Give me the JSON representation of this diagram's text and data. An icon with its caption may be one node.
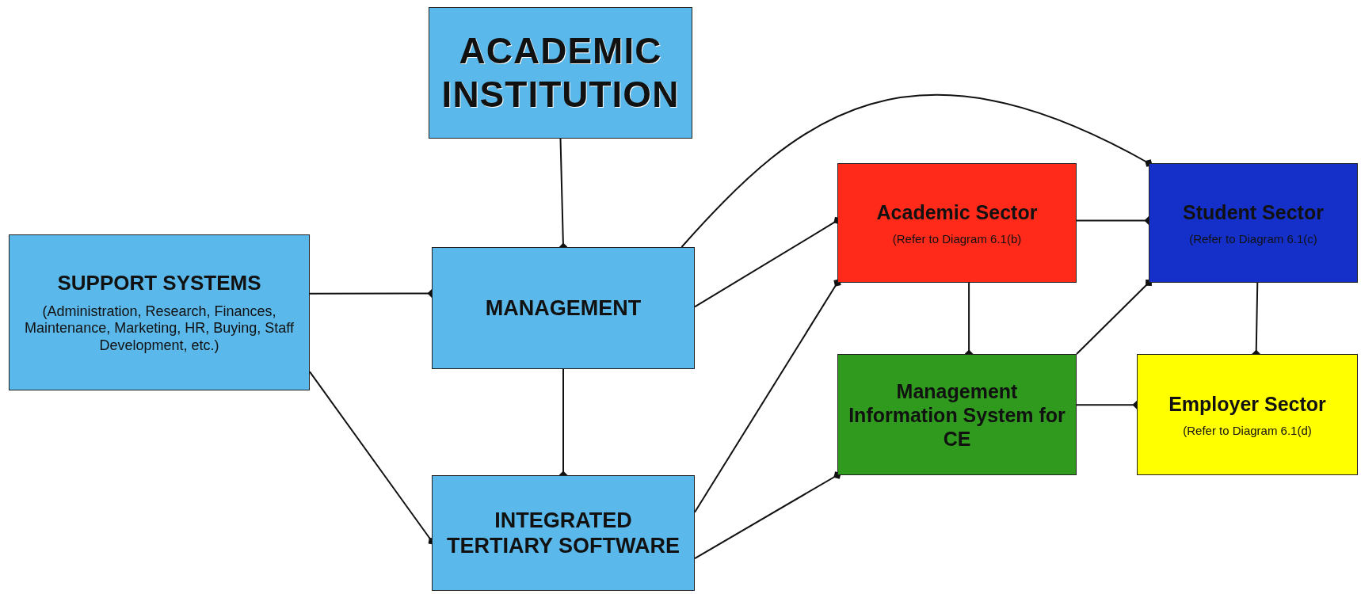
{
  "diagram": {
    "nodes": [
      {
        "text": [
          "ACADEMIC INSTITUTION"
        ]
      },
      {
        "text": [
          "SUPPORT SYSTEMS",
          "(Administration, Research, Finances, Maintenance, Marketing, HR, Buying, Staff Development, etc.)"
        ]
      },
      {
        "text": [
          "MANAGEMENT"
        ]
      },
      {
        "text": [
          "INTEGRATED TERTIARY SOFTWARE"
        ]
      },
      {
        "text": [
          "Academic Sector",
          "(Refer to Diagram 6.1(b)"
        ]
      },
      {
        "text": [
          "Student Sector",
          "(Refer to Diagram 6.1(c)"
        ]
      },
      {
        "text": [
          "Management Information System for CE"
        ]
      },
      {
        "text": [
          "Employer Sector",
          "(Refer to Diagram 6.1(d)"
        ]
      }
    ],
    "edges": [
      {
        "from": 0,
        "to": 2,
        "arrow": "other"
      },
      {
        "from": 1,
        "to": 2,
        "arrow": "other"
      },
      {
        "from": 1,
        "to": 3,
        "arrow": "other"
      },
      {
        "from": 2,
        "to": 3,
        "arrow": "other"
      },
      {
        "from": 2,
        "to": 4,
        "arrow": "other"
      },
      {
        "from": 2,
        "to": 5,
        "arrow": "other"
      },
      {
        "from": 3,
        "to": 4,
        "arrow": "other"
      },
      {
        "from": 3,
        "to": 6,
        "arrow": "other"
      },
      {
        "from": 4,
        "to": 5,
        "arrow": "other"
      },
      {
        "from": 4,
        "to": 6,
        "arrow": "other"
      },
      {
        "from": 6,
        "to": 5,
        "arrow": "other"
      },
      {
        "from": 5,
        "to": 7,
        "arrow": "other"
      },
      {
        "from": 6,
        "to": 7,
        "arrow": "other"
      }
    ]
  }
}
